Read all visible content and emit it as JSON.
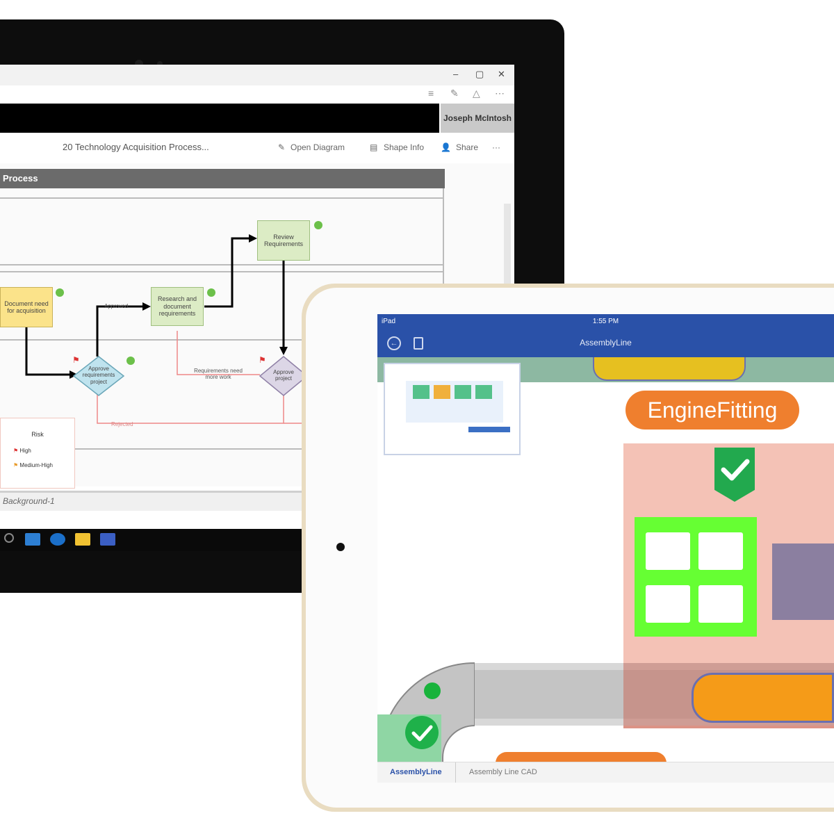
{
  "surface": {
    "window_controls": [
      "–",
      "▢",
      "✕"
    ],
    "user_name": "Joseph McIntosh",
    "document_title": "20 Technology Acquisition Process...",
    "toolbar": {
      "open_diagram": "Open Diagram",
      "shape_info": "Shape Info",
      "share": "Share",
      "more": "···"
    },
    "pool_title": "Process",
    "shapes": {
      "document_need": "Document need for acquisition",
      "research": "Research and document requirements",
      "review": "Review Requirements",
      "approve_requirements": "Approve requirements project",
      "approve_project": "Approve project"
    },
    "connector_labels": {
      "approved": "Approved",
      "requirements_rework": "Requirements need more work",
      "rejected": "Rejected"
    },
    "legend": {
      "title": "Risk",
      "items": [
        "High",
        "Medium-High"
      ]
    },
    "page_tab": "Background-1",
    "colors": {
      "pool_header": "#6b6b6b",
      "task_yellow": "#fbe38a",
      "task_green": "#dcecc5",
      "decision_blue": "#bfe3ee",
      "decision_purple": "#dcd6e6"
    }
  },
  "ipad": {
    "status_left": "iPad",
    "status_time": "1:55 PM",
    "nav_title": "AssemblyLine",
    "back_icon": "back-arrow-icon",
    "doc_icon": "document-icon",
    "station_label": "EngineFitting",
    "sheet_tabs": [
      "AssemblyLine",
      "Assembly Line CAD"
    ],
    "colors": {
      "nav_blue": "#2a51a8",
      "station_orange": "#ef7f2e",
      "check_green": "#22a94e",
      "tool_green": "#66ff33",
      "car_orange": "#f59b18"
    }
  }
}
